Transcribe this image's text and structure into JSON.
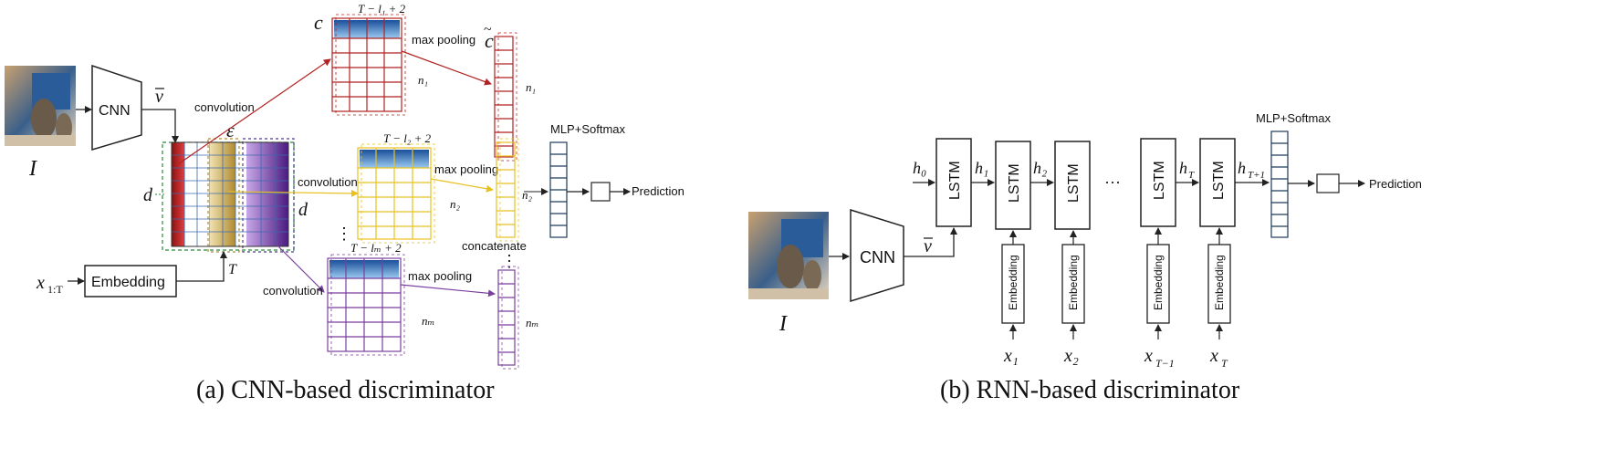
{
  "panel_a": {
    "caption": "(a) CNN-based discriminator",
    "input_image_label": "I",
    "cnn_label": "CNN",
    "v_bar_label": "v",
    "x_label": "x",
    "x_subscript": "1:T",
    "embedding_label": "Embedding",
    "epsilon_label": "ε",
    "d_label_left": "d",
    "d_label_right": "d",
    "T_label": "T",
    "convolution_labels": [
      "convolution",
      "convolution",
      "convolution"
    ],
    "c_label": "c",
    "c_tilde_label": "c",
    "fmap_top_width_label": "T − l₁ + 2",
    "fmap_mid_width_label": "T − l₂ + 2",
    "fmap_bot_width_label": "T − lₘ + 2",
    "maxpool_labels": [
      "max pooling",
      "max pooling",
      "max pooling"
    ],
    "n_labels": [
      "n₁",
      "n₁",
      "n₂",
      "n₂",
      "nₘ",
      "nₘ"
    ],
    "vdots": "⋮",
    "concatenate_label": "concatenate",
    "mlp_label": "MLP+Softmax",
    "prediction_label": "Prediction"
  },
  "panel_b": {
    "caption": "(b) RNN-based discriminator",
    "input_image_label": "I",
    "cnn_label": "CNN",
    "v_bar_label": "v",
    "lstm_label": "LSTM",
    "embedding_label": "Embedding",
    "h_labels": [
      "h₀",
      "h₁",
      "h₂",
      "h",
      "h"
    ],
    "h_subscripts": [
      "T",
      "T+1"
    ],
    "ellipsis": "···",
    "x_labels": [
      "x₁",
      "x₂",
      "x",
      "x"
    ],
    "x_subscripts": [
      "T−1",
      "T"
    ],
    "mlp_label": "MLP+Softmax",
    "prediction_label": "Prediction"
  },
  "colors": {
    "red": "#b22222",
    "yellow": "#e8c020",
    "purple": "#7a3fa0",
    "navy": "#1f3a5a",
    "blue_header": "#2e7bc8"
  }
}
